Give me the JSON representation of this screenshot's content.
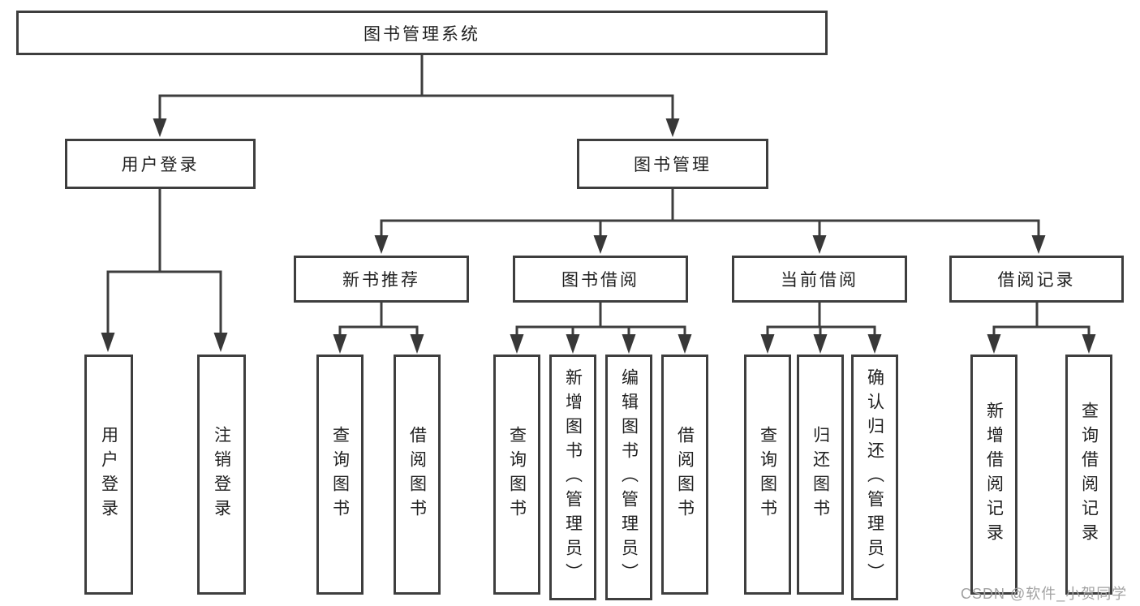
{
  "colors": {
    "line": "#3e3e3e",
    "text": "#212121",
    "node_background": "#ffffff",
    "watermark": "#a2a2a2",
    "background": "#ffffff"
  },
  "tree": {
    "root": {
      "label": "图书管理系统"
    },
    "branches": [
      {
        "label": "用户登录",
        "leaves": [
          {
            "label": "用户登录"
          },
          {
            "label": "注销登录"
          }
        ]
      },
      {
        "label": "图书管理",
        "groups": [
          {
            "label": "新书推荐",
            "leaves": [
              {
                "label": "查询图书"
              },
              {
                "label": "借阅图书"
              }
            ]
          },
          {
            "label": "图书借阅",
            "leaves": [
              {
                "label": "查询图书"
              },
              {
                "label": "新增图书（管理员）"
              },
              {
                "label": "编辑图书（管理员）"
              },
              {
                "label": "借阅图书"
              }
            ]
          },
          {
            "label": "当前借阅",
            "leaves": [
              {
                "label": "查询图书"
              },
              {
                "label": "归还图书"
              },
              {
                "label": "确认归还（管理员）"
              }
            ]
          },
          {
            "label": "借阅记录",
            "leaves": [
              {
                "label": "新增借阅记录"
              },
              {
                "label": "查询借阅记录"
              }
            ]
          }
        ]
      }
    ]
  },
  "watermark": {
    "text": "CSDN @软件_小贺同学"
  }
}
